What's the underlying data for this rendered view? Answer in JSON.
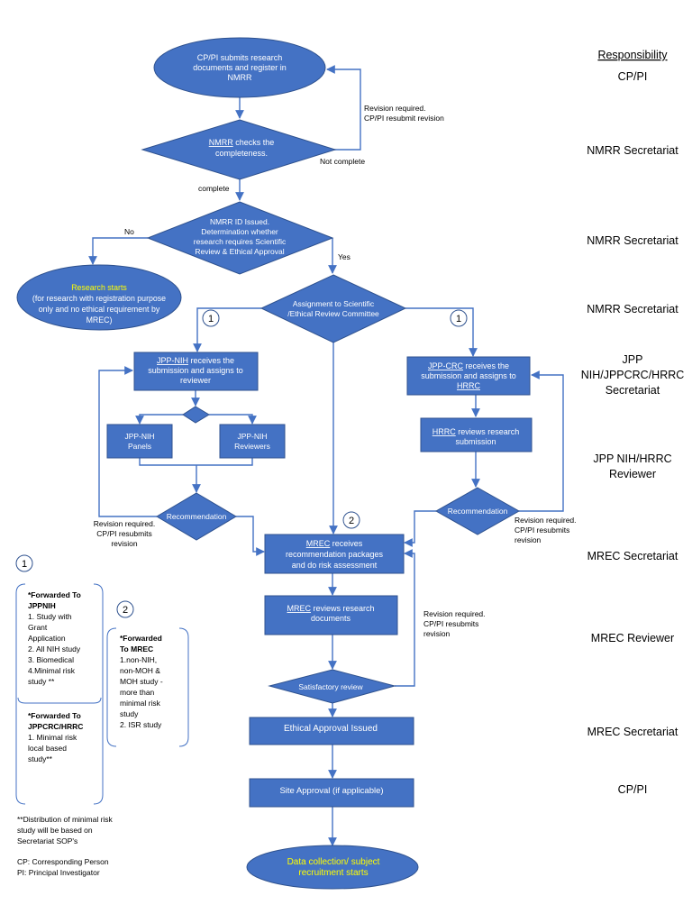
{
  "colors": {
    "node_fill": "#4472c4",
    "node_stroke": "#2f528f",
    "highlight_text": "#ffff00"
  },
  "responsibility": {
    "header": "Responsibility",
    "rows": [
      [
        "CP/PI"
      ],
      [
        "NMRR Secretariat"
      ],
      [
        "NMRR Secretariat"
      ],
      [
        "NMRR Secretariat"
      ],
      [
        "JPP",
        "NIH/JPPCRC/HRRC",
        "Secretariat"
      ],
      [
        "JPP NIH/HRRC",
        "Reviewer"
      ],
      [
        "MREC Secretariat"
      ],
      [
        "MREC Reviewer"
      ],
      [
        "MREC Secretariat"
      ],
      [
        "CP/PI"
      ]
    ]
  },
  "nodes": {
    "submit": [
      [
        {
          "t": "CP/PI submits research"
        }
      ],
      [
        {
          "t": "documents and register in"
        }
      ],
      [
        {
          "t": "NMRR"
        }
      ]
    ],
    "nmrr_check": [
      [
        {
          "t": "NMRR",
          "u": true
        },
        {
          "t": " checks the"
        }
      ],
      [
        {
          "t": "completeness."
        }
      ]
    ],
    "id_issued": [
      [
        {
          "t": "NMRR ID Issued."
        }
      ],
      [
        {
          "t": "Determination whether"
        }
      ],
      [
        {
          "t": "research requires Scientific"
        }
      ],
      [
        {
          "t": "Review & Ethical Approval"
        }
      ]
    ],
    "research_starts": [
      [
        {
          "t": "Research starts",
          "hl": true
        }
      ],
      [
        {
          "t": "(for research with  registration purpose"
        }
      ],
      [
        {
          "t": "only and no ethical  requirement by"
        }
      ],
      [
        {
          "t": "MREC)"
        }
      ]
    ],
    "assignment": [
      [
        {
          "t": "Assignment to Scientific"
        }
      ],
      [
        {
          "t": "/Ethical Review Committee"
        }
      ]
    ],
    "jpp_nih": [
      [
        {
          "t": "JPP-NIH",
          "u": true
        },
        {
          "t": " receives the"
        }
      ],
      [
        {
          "t": "submission and assigns to"
        }
      ],
      [
        {
          "t": "reviewer"
        }
      ]
    ],
    "jpp_crc": [
      [
        {
          "t": "JPP-CRC",
          "u": true
        },
        {
          "t": " receives the"
        }
      ],
      [
        {
          "t": "submission and assigns to"
        }
      ],
      [
        {
          "t": "HRRC",
          "u": true
        }
      ]
    ],
    "panels": [
      [
        {
          "t": "JPP-NIH"
        }
      ],
      [
        {
          "t": "Panels"
        }
      ]
    ],
    "reviewers": [
      [
        {
          "t": "JPP-NIH"
        }
      ],
      [
        {
          "t": "Reviewers"
        }
      ]
    ],
    "hrrc_reviews": [
      [
        {
          "t": "HRRC",
          "u": true
        },
        {
          "t": " reviews research"
        }
      ],
      [
        {
          "t": "submission"
        }
      ]
    ],
    "rec_left": [
      [
        {
          "t": "Recommendation"
        }
      ]
    ],
    "rec_right": [
      [
        {
          "t": "Recommendation"
        }
      ]
    ],
    "mrec_receives": [
      [
        {
          "t": "MREC",
          "u": true
        },
        {
          "t": " receives"
        }
      ],
      [
        {
          "t": "recommendation packages"
        }
      ],
      [
        {
          "t": "and do risk assessment"
        }
      ]
    ],
    "mrec_reviews": [
      [
        {
          "t": "MREC",
          "u": true
        },
        {
          "t": " reviews research"
        }
      ],
      [
        {
          "t": "documents"
        }
      ]
    ],
    "satisfactory": [
      [
        {
          "t": "Satisfactory review"
        }
      ]
    ],
    "ethical": [
      [
        {
          "t": "Ethical Approval Issued"
        }
      ]
    ],
    "site": [
      [
        {
          "t": "Site Approval (if applicable)"
        }
      ]
    ],
    "data_collection": [
      [
        {
          "t": "Data collection/ subject",
          "hl": true
        }
      ],
      [
        {
          "t": "recruitment starts",
          "hl": true
        }
      ]
    ]
  },
  "edge_labels": {
    "revision_top": [
      "Revision required.",
      "CP/PI resubmit revision"
    ],
    "not_complete": [
      "Not complete"
    ],
    "complete": [
      "complete"
    ],
    "no": [
      "No"
    ],
    "yes": [
      "Yes"
    ],
    "revision_left": [
      "Revision required.",
      "CP/PI resubmits",
      "revision"
    ],
    "revision_right": [
      "Revision required.",
      "CP/PI resubmits",
      "revision"
    ],
    "revision_mrec": [
      "Revision required.",
      "CP/PI resubmits",
      "revision"
    ]
  },
  "markers": {
    "one_a": "1",
    "one_b": "1",
    "two": "2",
    "one_legend": "1",
    "two_legend": "2"
  },
  "notes": {
    "jppnih": [
      [
        {
          "t": "*Forwarded To",
          "b": true
        }
      ],
      [
        {
          "t": "JPPNIH",
          "b": true
        }
      ],
      [
        {
          "t": "1. Study with"
        }
      ],
      [
        {
          "t": "Grant"
        }
      ],
      [
        {
          "t": "Application"
        }
      ],
      [
        {
          "t": "2. All NIH study"
        }
      ],
      [
        {
          "t": "3. Biomedical"
        }
      ],
      [
        {
          "t": "4.Minimal risk"
        }
      ],
      [
        {
          "t": "study **"
        }
      ]
    ],
    "jppcrc": [
      [
        {
          "t": "*Forwarded To",
          "b": true
        }
      ],
      [
        {
          "t": "JPPCRC/HRRC",
          "b": true
        }
      ],
      [
        {
          "t": "1. Minimal risk"
        }
      ],
      [
        {
          "t": "local based"
        }
      ],
      [
        {
          "t": "study**"
        }
      ]
    ],
    "mrec": [
      [
        {
          "t": "*Forwarded",
          "b": true
        }
      ],
      [
        {
          "t": "To MREC",
          "b": true
        }
      ],
      [
        {
          "t": "1.non-NIH,"
        }
      ],
      [
        {
          "t": "non-MOH &"
        }
      ],
      [
        {
          "t": "MOH study -"
        }
      ],
      [
        {
          "t": "more than"
        }
      ],
      [
        {
          "t": "minimal risk"
        }
      ],
      [
        {
          "t": "study"
        }
      ],
      [
        {
          "t": "2. ISR study"
        }
      ]
    ],
    "distribution": [
      [
        {
          "t": "**Distribution of minimal risk"
        }
      ],
      [
        {
          "t": "study will be based on"
        }
      ],
      [
        {
          "t": "Secretariat SOP's"
        }
      ]
    ],
    "abbreviations": [
      [
        {
          "t": "CP: Corresponding Person"
        }
      ],
      [
        {
          "t": "PI: Principal Investigator"
        }
      ]
    ]
  }
}
